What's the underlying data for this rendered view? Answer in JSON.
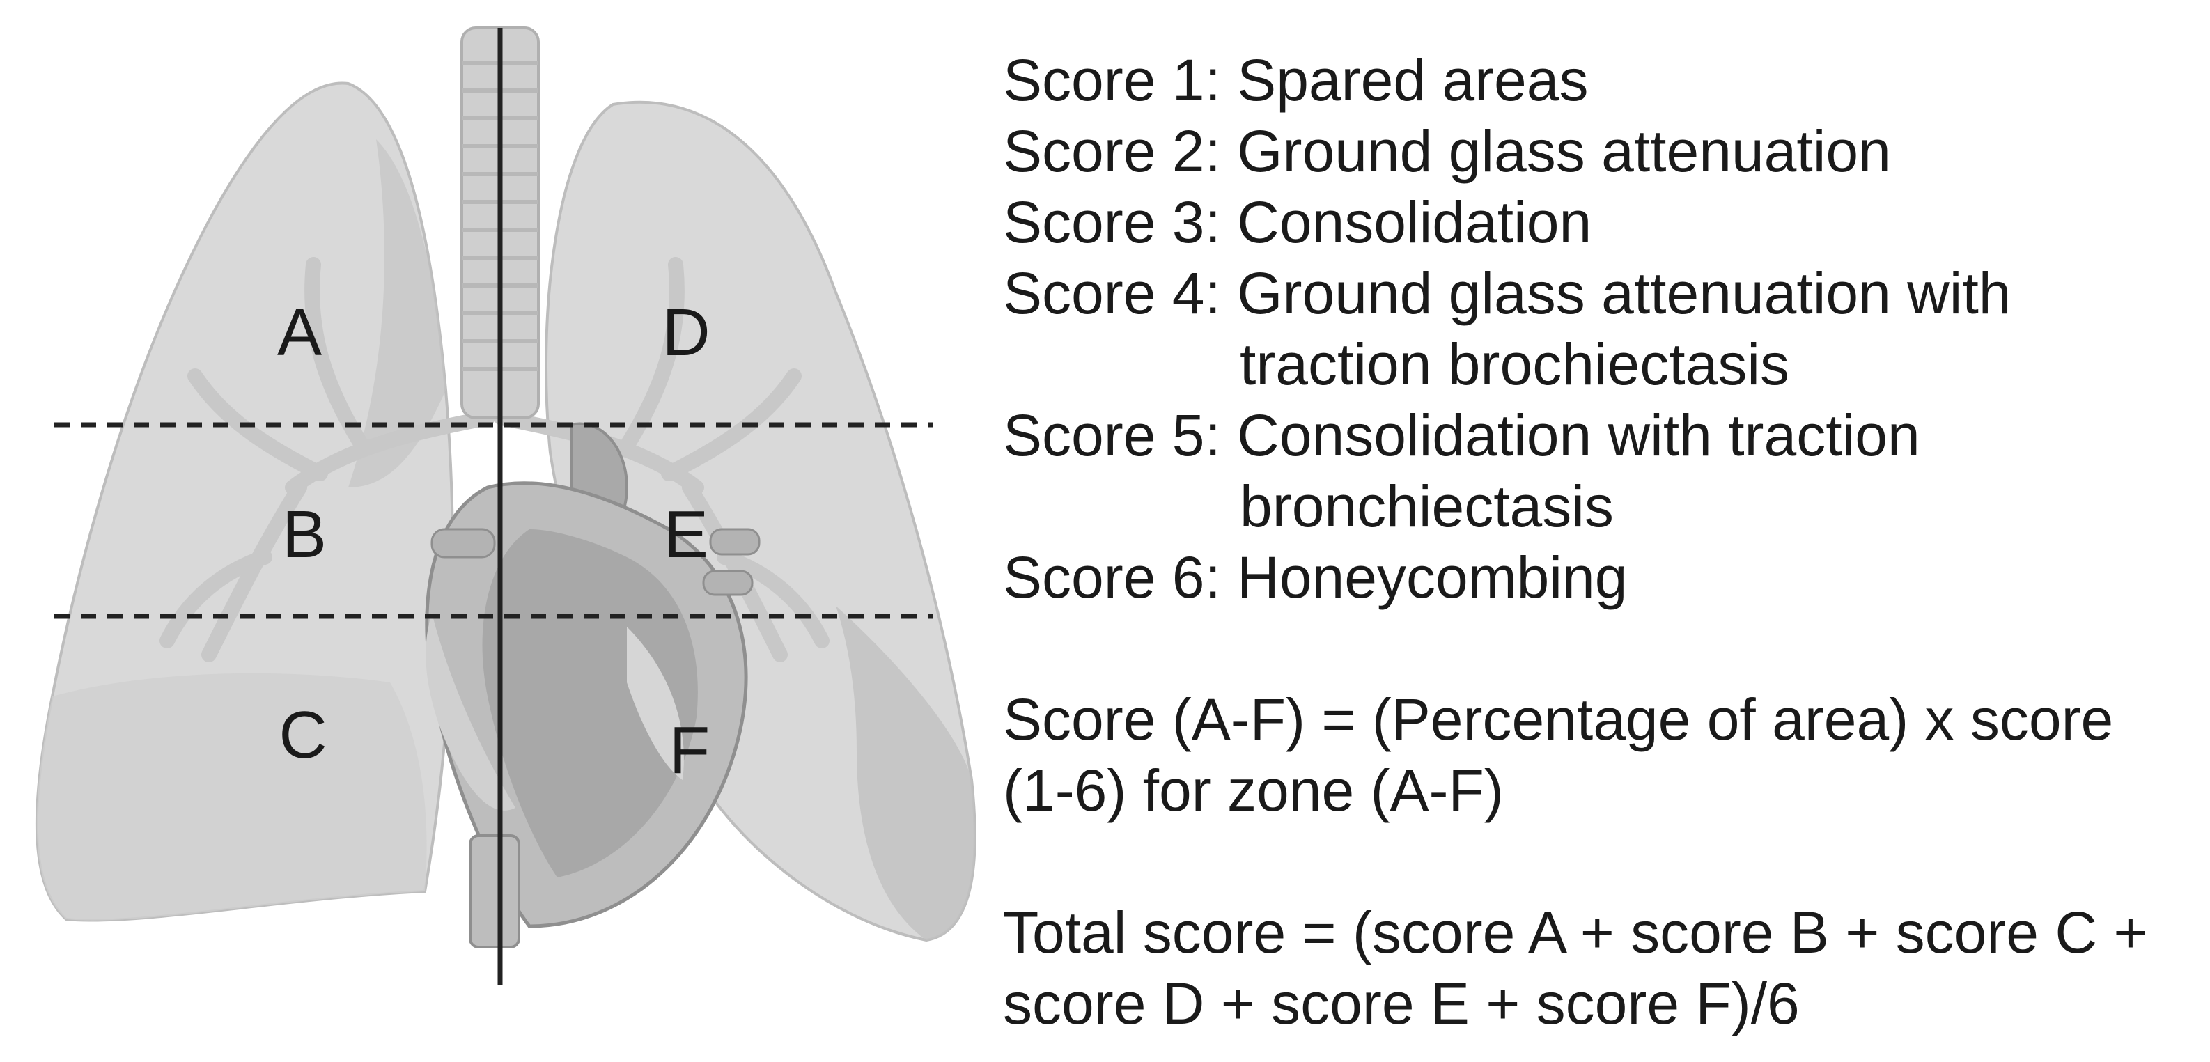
{
  "diagram": {
    "zones": [
      {
        "id": "zone-a",
        "label": "A"
      },
      {
        "id": "zone-b",
        "label": "B"
      },
      {
        "id": "zone-c",
        "label": "C"
      },
      {
        "id": "zone-d",
        "label": "D"
      },
      {
        "id": "zone-e",
        "label": "E"
      },
      {
        "id": "zone-f",
        "label": "F"
      }
    ],
    "colors": {
      "lung": "#d9d9d9",
      "lung_shade": "#c4c4c4",
      "heart": "#b5b5b5",
      "trachea": "#cfcfcf",
      "divider": "#222222"
    }
  },
  "legend": {
    "scores": [
      {
        "line1": "Score 1: Spared areas"
      },
      {
        "line1": "Score 2: Ground glass attenuation"
      },
      {
        "line1": "Score 3: Consolidation"
      },
      {
        "line1": "Score 4: Ground glass attenuation with",
        "line2": "traction brochiectasis"
      },
      {
        "line1": "Score 5: Consolidation with traction",
        "line2": "bronchiectasis"
      },
      {
        "line1": "Score 6: Honeycombing"
      }
    ],
    "zone_formula": "Score (A-F) = (Percentage of area) x score (1-6) for zone (A-F)",
    "total_formula": "Total score = (score A + score B + score C + score D + score E + score F)/6"
  }
}
